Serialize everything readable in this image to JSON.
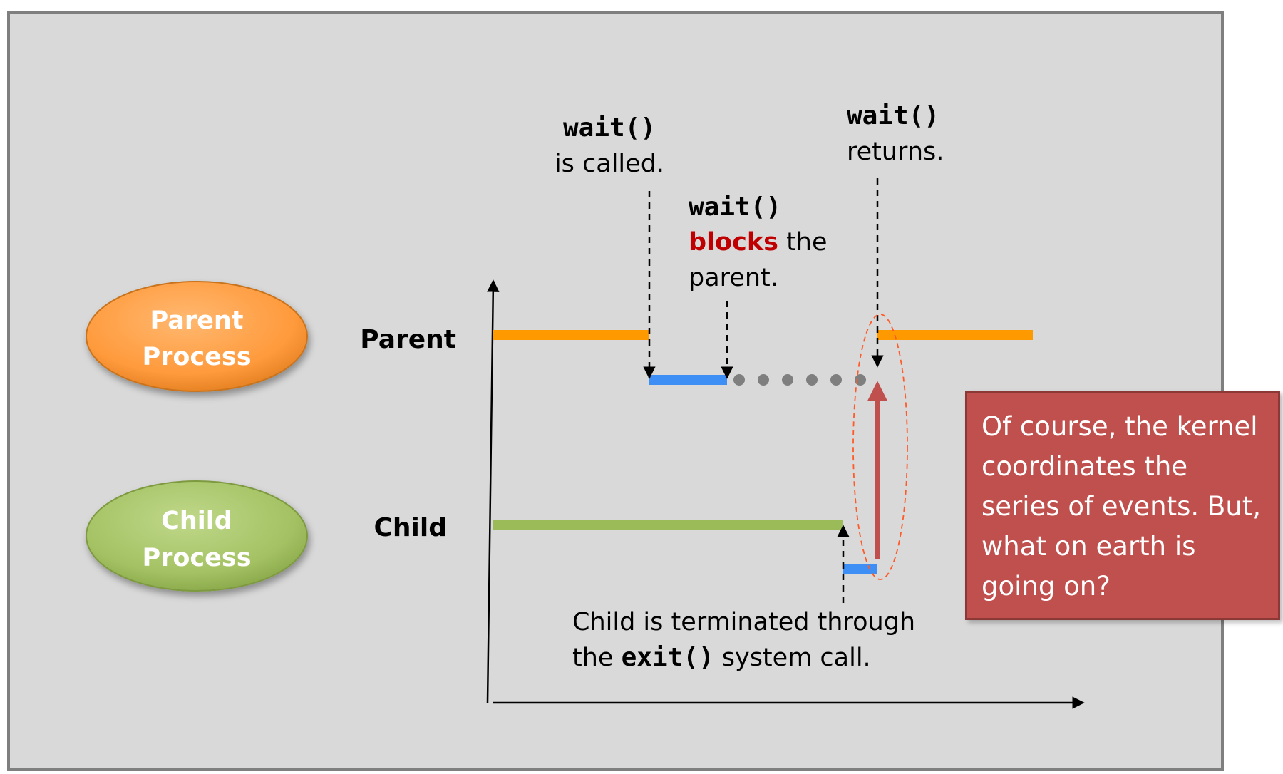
{
  "processes": {
    "parent_label_line1": "Parent",
    "parent_label_line2": "Process",
    "child_label_line1": "Child",
    "child_label_line2": "Process"
  },
  "rows": {
    "parent": "Parent",
    "child": "Child"
  },
  "annotations": {
    "wait_called_code": "wait()",
    "wait_called_text": "is called.",
    "wait_blocks_code": "wait()",
    "wait_blocks_word": "blocks",
    "wait_blocks_rest": " the",
    "wait_blocks_line3": "parent.",
    "wait_returns_code": "wait()",
    "wait_returns_text": "returns.",
    "exit_line1": "Child is terminated through",
    "exit_line2_pre": "the ",
    "exit_code": "exit()",
    "exit_line2_post": " system call."
  },
  "callout": {
    "text": "Of course, the kernel coordinates the series of events. But, what on earth is going on?"
  },
  "colors": {
    "background": "#d9d9d9",
    "frame": "#7f7f7f",
    "parent": "#ff9900",
    "child": "#9bbb59",
    "kernel": "#3d8ff5",
    "blocked": "#7f7f7f",
    "signal": "#c0504d",
    "blocks_word": "#c00000",
    "callout": "#c0504d"
  }
}
